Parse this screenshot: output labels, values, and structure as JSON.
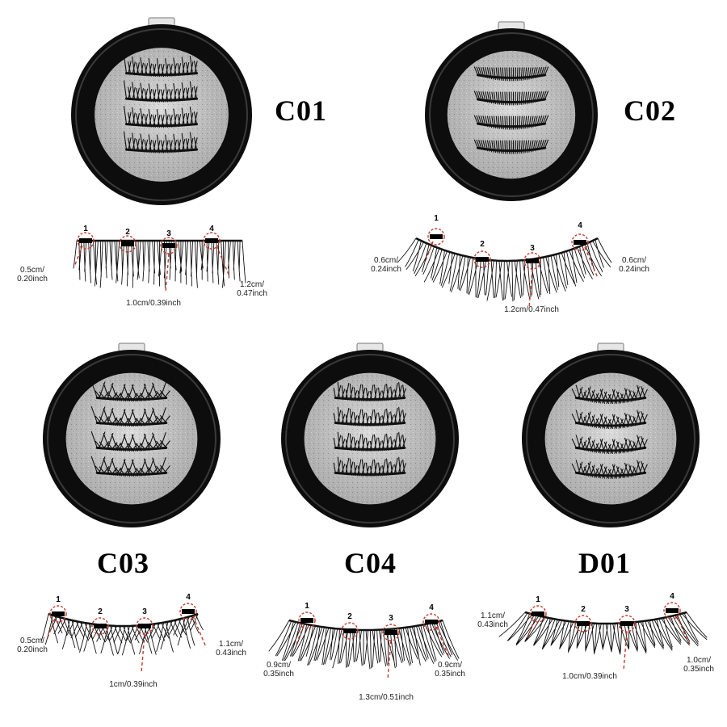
{
  "products": [
    {
      "code": "C01",
      "markers": [
        "1",
        "2",
        "3",
        "4"
      ],
      "measurements": [
        "0.5cm/\n0.20inch",
        "1.0cm/0.39inch",
        "1.2cm/\n0.47inch"
      ]
    },
    {
      "code": "C02",
      "markers": [
        "1",
        "2",
        "3",
        "4"
      ],
      "measurements": [
        "0.6cm/\n0.24inch",
        "1.2cm/0.47inch",
        "0.6cm/\n0.24inch"
      ]
    },
    {
      "code": "C03",
      "markers": [
        "1",
        "2",
        "3",
        "4"
      ],
      "measurements": [
        "0.5cm/\n0.20inch",
        "1cm/0.39inch",
        "1.1cm/\n0.43inch"
      ]
    },
    {
      "code": "C04",
      "markers": [
        "1",
        "2",
        "3",
        "4"
      ],
      "measurements": [
        "0.9cm/\n0.35inch",
        "1.3cm/0.51inch",
        "0.9cm/\n0.35inch"
      ]
    },
    {
      "code": "D01",
      "markers": [
        "1",
        "2",
        "3",
        "4"
      ],
      "measurements": [
        "1.1cm/\n0.43inch",
        "1.0cm/0.39inch",
        "1.0cm/\n0.35inch"
      ]
    }
  ],
  "colors": {
    "case": "#0d0d0d",
    "tray": "#c9c9c9",
    "lash": "#111111",
    "marker": "#c0392b"
  }
}
